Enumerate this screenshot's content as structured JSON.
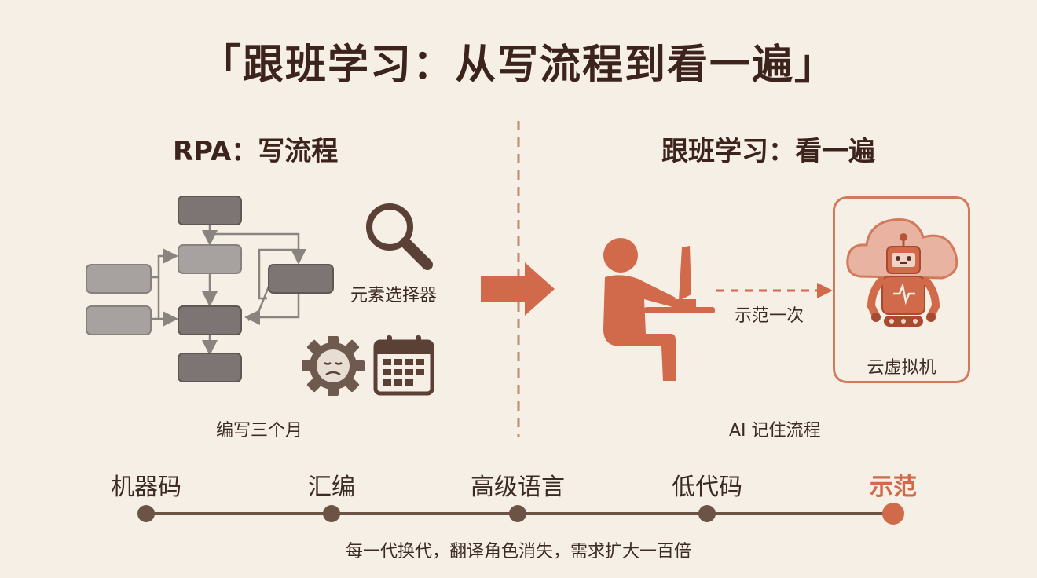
{
  "title": "「跟班学习：从写流程到看一遍」",
  "left": {
    "heading": "RPA：写流程",
    "element_selector_label": "元素选择器",
    "caption": "编写三个月",
    "icons": [
      "magnifier-icon",
      "frustrated-gear-icon",
      "calendar-icon"
    ]
  },
  "right": {
    "heading": "跟班学习：看一遍",
    "demo_label": "示范一次",
    "vm_label": "云虚拟机",
    "caption": "AI 记住流程",
    "icons": [
      "person-at-computer-icon",
      "cloud-icon",
      "robot-icon"
    ]
  },
  "timeline": {
    "stages": [
      "机器码",
      "汇编",
      "高级语言",
      "低代码",
      "示范"
    ],
    "highlighted_index": 4,
    "caption": "每一代换代，翻译角色消失，需求扩大一百倍"
  },
  "colors": {
    "accent": "#d06a4a",
    "dark_brown": "#3c241d",
    "timeline": "#6b5346",
    "background": "#f6efe5"
  }
}
